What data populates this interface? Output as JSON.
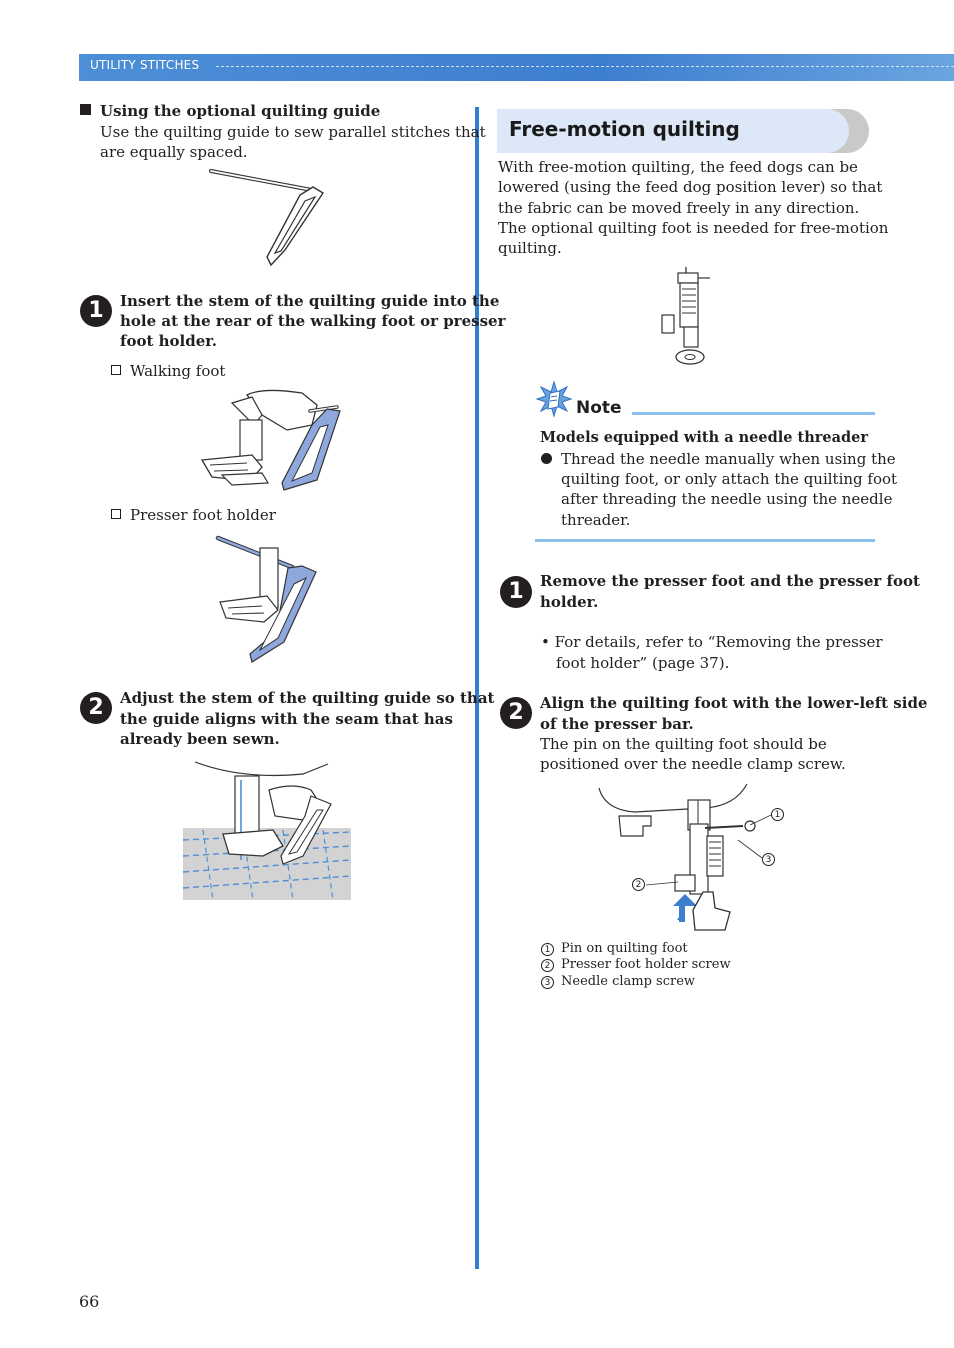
{
  "header": {
    "section": "UTILITY STITCHES"
  },
  "left": {
    "guide_heading": "Using the optional quilting guide",
    "guide_text": [
      "Use the quilting guide to sew parallel stitches that",
      "are equally spaced."
    ],
    "step1": {
      "number": "1",
      "lines": [
        "Insert the stem of the quilting guide into the",
        "hole at the rear of the walking foot or presser",
        "foot holder."
      ]
    },
    "walking_foot_label": "Walking foot",
    "presser_holder_label": "Presser foot holder",
    "step2": {
      "number": "2",
      "lines": [
        "Adjust the stem of the quilting guide so that",
        "the guide aligns with the seam that has",
        "already been sewn."
      ]
    }
  },
  "right": {
    "title": "Free-motion quilting",
    "intro": [
      "With free-motion quilting, the feed dogs can be",
      "lowered (using the feed dog position lever) so that",
      "the fabric can be moved freely in any direction.",
      "The optional quilting foot is needed for free-motion",
      "quilting."
    ],
    "note": {
      "title": "Note",
      "heading": "Models equipped with a needle threader",
      "bullet_lines": [
        "Thread the needle manually when using the",
        "quilting foot, or only attach the quilting foot",
        "after threading the needle using the needle",
        "threader."
      ]
    },
    "step1": {
      "number": "1",
      "lines": [
        "Remove the presser foot and the presser foot",
        "holder."
      ],
      "detail": [
        "• For details, refer to “Removing the presser",
        "foot holder” (page 37)."
      ]
    },
    "step2": {
      "number": "2",
      "lines": [
        "Align the quilting foot with the lower-left side",
        "of the presser bar."
      ],
      "detail": [
        "The pin on the quilting foot should be",
        "positioned over the needle clamp screw."
      ]
    },
    "callouts": [
      "1",
      "2",
      "3"
    ],
    "legend": [
      {
        "num": "1",
        "text": "Pin on quilting foot"
      },
      {
        "num": "2",
        "text": "Presser foot holder screw"
      },
      {
        "num": "3",
        "text": "Needle clamp screw"
      }
    ]
  },
  "footer": {
    "page_number": "66"
  },
  "colors": {
    "accent_blue": "#2f7fd3",
    "header_blue": "#3d7fcf",
    "guide_blue": "#8ea7dc",
    "note_line": "#8cc0ea"
  }
}
